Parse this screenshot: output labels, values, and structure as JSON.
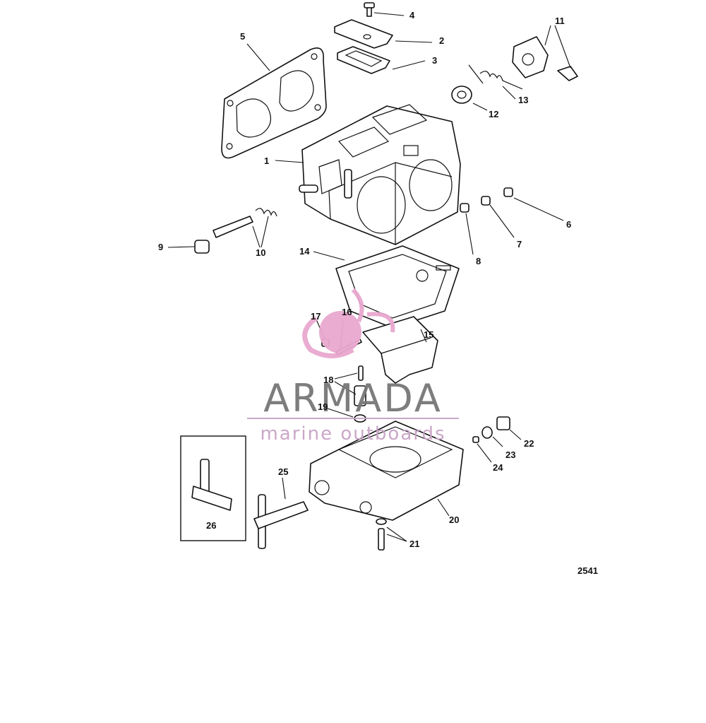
{
  "diagram": {
    "reference_number": "2541",
    "callouts": [
      "1",
      "2",
      "3",
      "4",
      "5",
      "6",
      "7",
      "8",
      "9",
      "10",
      "11",
      "12",
      "13",
      "14",
      "15",
      "16",
      "17",
      "18",
      "19",
      "20",
      "21",
      "22",
      "23",
      "24",
      "25",
      "26"
    ]
  },
  "watermark": {
    "brand": "ARMADA",
    "tagline": "marine outboards",
    "colors": {
      "logo": "#e9a8cf",
      "text": "#777777",
      "tagline": "#c9a3c6"
    }
  }
}
